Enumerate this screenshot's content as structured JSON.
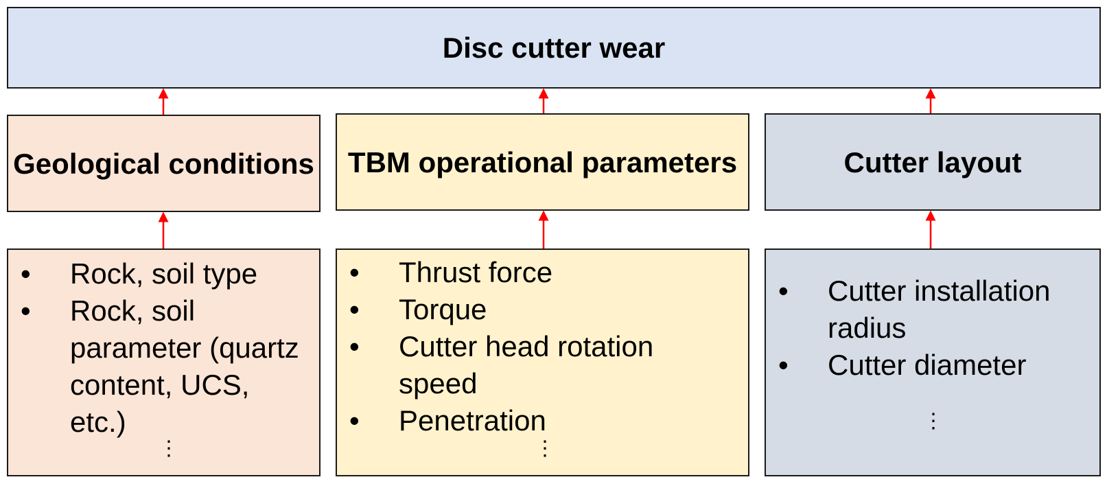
{
  "title": "Disc cutter wear",
  "categories": [
    {
      "heading": "Geological conditions",
      "items": [
        "Rock, soil type",
        "Rock, soil parameter (quartz content, UCS, etc.)"
      ],
      "more": "⋮"
    },
    {
      "heading": "TBM operational parameters",
      "items": [
        "Thrust force",
        "Torque",
        "Cutter head rotation speed",
        "Penetration"
      ],
      "more": "⋮"
    },
    {
      "heading": "Cutter layout",
      "items": [
        "Cutter installation radius",
        "Cutter diameter"
      ],
      "more": "⋮"
    }
  ],
  "colors": {
    "top_fill": "#dae3f3",
    "geological_fill": "#fbe5d6",
    "tbm_fill": "#fff2cc",
    "cutter_fill": "#d6dce5",
    "arrow": "#ff0000",
    "border": "#1a1a1a"
  }
}
